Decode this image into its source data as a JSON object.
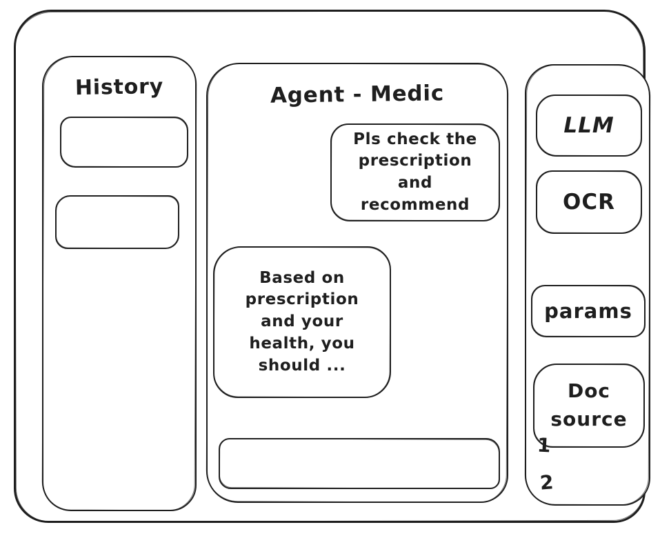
{
  "app": {
    "title": "Agent - Medic"
  },
  "colors": {
    "ink": "#1e1e1e",
    "background": "#ffffff"
  },
  "sidebar_left": {
    "title": "History",
    "items": [
      {
        "label": ""
      },
      {
        "label": ""
      }
    ]
  },
  "chat": {
    "title": "Agent - Medic",
    "messages": [
      {
        "role": "user",
        "text": "Pls check the prescription and recommend"
      },
      {
        "role": "assistant",
        "text": "Based on prescription and your health, you should ..."
      }
    ],
    "input": {
      "value": "",
      "placeholder": ""
    }
  },
  "sidebar_right": {
    "buttons": [
      {
        "label": "LLM"
      },
      {
        "label": "OCR"
      },
      {
        "label": "params"
      },
      {
        "label": "Doc source"
      }
    ],
    "annotations": [
      "1",
      "2"
    ]
  }
}
